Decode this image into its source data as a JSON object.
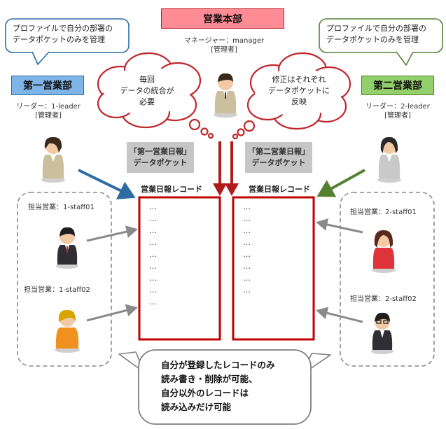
{
  "hq": {
    "title": "営業本部",
    "manager_line": "マネージャー：manager",
    "admin_label": "[管理者]"
  },
  "dept1": {
    "title": "第一営業部",
    "leader_line": "リーダー：1-leader",
    "admin_label": "[管理者]",
    "staff": [
      "担当営業：1-staff01",
      "担当営業：1-staff02"
    ]
  },
  "dept2": {
    "title": "第二営業部",
    "leader_line": "リーダー：2-leader",
    "admin_label": "[管理者]",
    "staff": [
      "担当営業：2-staff01",
      "担当営業：2-staff02"
    ]
  },
  "speech_left": {
    "line1": "プロファイルで自分の部署の",
    "line2": "データポケットのみを管理"
  },
  "speech_right": {
    "line1": "プロファイルで自分の部署の",
    "line2": "データポケットのみを管理"
  },
  "thought_left": {
    "line1": "毎回",
    "line2": "データの統合が",
    "line3": "必要"
  },
  "thought_right": {
    "line1": "修正はそれぞれ",
    "line2": "データポケットに",
    "line3": "反映"
  },
  "pocket1": {
    "line1": "「第一営業日報」",
    "line2": "データポケット"
  },
  "pocket2": {
    "line1": "「第二営業日報」",
    "line2": "データポケット"
  },
  "records1": {
    "title": "営業日報レコード",
    "rows": [
      "…",
      "…",
      "…",
      "…",
      "…",
      "…",
      "…",
      "…",
      "…"
    ]
  },
  "records2": {
    "title": "営業日報レコード",
    "rows": [
      "…",
      "…",
      "…",
      "…",
      "…",
      "…",
      "…",
      "…"
    ]
  },
  "note": {
    "line1": "自分が登録したレコードのみ",
    "line2": "読み書き・削除が可能、",
    "line3": "自分以外のレコードは",
    "line4": "読み込みだけ可能"
  },
  "colors": {
    "hq_fill": "#ff8b95",
    "dept1_fill": "#7fb4e6",
    "dept2_fill": "#93cf6b",
    "record_border": "#c00000",
    "thought_border": "#c0262b"
  }
}
